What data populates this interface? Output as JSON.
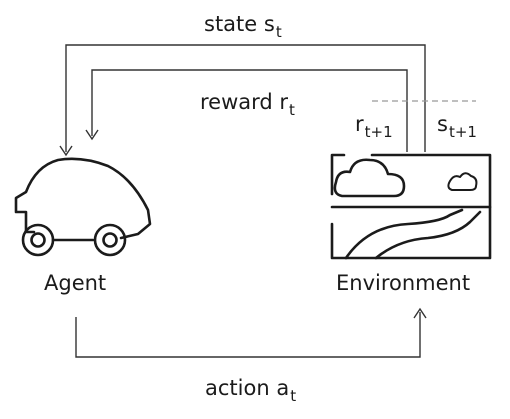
{
  "state": {
    "text": "state s",
    "sub": "t"
  },
  "reward": {
    "text": "reward r",
    "sub": "t"
  },
  "reward_next": {
    "text": "r",
    "sub": "t+1"
  },
  "state_next": {
    "text": "s",
    "sub": "t+1"
  },
  "agent": {
    "label": "Agent"
  },
  "environment": {
    "label": "Environment"
  },
  "action": {
    "text": "action a",
    "sub": "t"
  },
  "colors": {
    "line": "#333333",
    "dash": "#999999"
  }
}
